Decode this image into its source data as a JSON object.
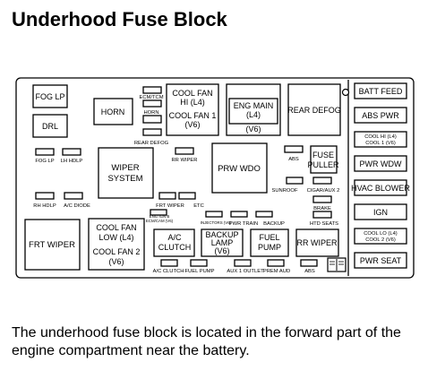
{
  "title": "Underhood Fuse Block",
  "caption": "The underhood fuse block is located in the forward part of the engine compartment near the battery.",
  "left": {
    "fog_lp": "FOG LP",
    "drl": "DRL",
    "horn": "HORN",
    "ecm_tcm": "ECM/TCM",
    "horn_small": "HORN",
    "cool_fan_hi": [
      "COOL FAN",
      "HI (L4)",
      "COOL FAN 1",
      "(V6)"
    ],
    "eng_main": [
      "ENG MAIN",
      "(L4)",
      "(V6)"
    ],
    "rear_defog_relay": "REAR DEFOG",
    "rear_defog_fuse": "REAR DEFOG",
    "fog_lp_fuse": "FOG LP",
    "lh_hdlp": "LH HDLP",
    "wiper_system": [
      "WIPER",
      "SYSTEM"
    ],
    "rr_wiper_fuse": "RR WIPER",
    "prw_wdo": "PRW WDO",
    "abs_fuse": "ABS",
    "fuse_puller": [
      "FUSE",
      "PULLER"
    ],
    "sunroof": "SUNROOF",
    "cigar_aux2": "CIGAR/AUX 2",
    "rh_hdlp": "RH HDLP",
    "ac_diode": "A/C DIODE",
    "frt_wiper_fuse": "FRT WIPER",
    "etc": "ETC",
    "brake": "BRAKE",
    "eng_ign_b": "ENG IGN B",
    "ecm_cam": "ECM/CAM (V6)",
    "injectors": "INJECTORS (V6)",
    "pwr_train": "PWR TRAIN",
    "backup_fuse": "BACKUP",
    "htd_seats": "HTD SEATS",
    "frt_wiper_relay": "FRT WIPER",
    "cool_fan_low": [
      "COOL FAN",
      "LOW (L4)",
      "COOL FAN 2",
      "(V6)"
    ],
    "ac_clutch": [
      "A/C",
      "CLUTCH"
    ],
    "backup_lamp": [
      "BACKUP",
      "LAMP",
      "(V6)"
    ],
    "fuel_pump": [
      "FUEL",
      "PUMP"
    ],
    "rr_wiper_relay": "RR WIPER",
    "ac_clutch_fuse": "A/C CLUTCH",
    "fuel_pump_fuse": "FUEL PUMP",
    "aux1_outlet": "AUX 1 OUTLET",
    "prem_aud": "PREM AUD",
    "abs_fuse2": "ABS"
  },
  "right": {
    "batt_feed": "BATT FEED",
    "abs_pwr": "ABS PWR",
    "cool_hi": [
      "COOL HI (L4)",
      "COOL 1 (V6)"
    ],
    "pwr_wdw": "PWR WDW",
    "hvac_blower": "HVAC BLOWER",
    "ign": "IGN",
    "cool_lo": [
      "COOL LO (L4)",
      "COOL 2 (V6)"
    ],
    "pwr_seat": "PWR SEAT"
  }
}
